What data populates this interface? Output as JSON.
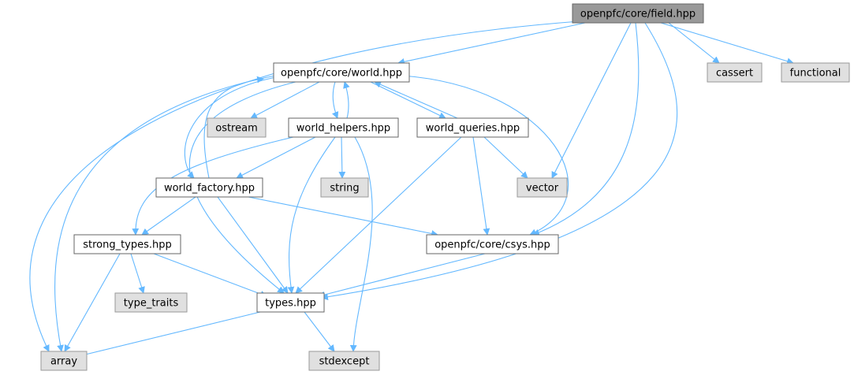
{
  "colors": {
    "edge": "#63b8ff",
    "root_fill": "#999999",
    "root_stroke": "#666666",
    "internal_fill": "#ffffff",
    "internal_stroke": "#666666",
    "external_fill": "#e0e0e0",
    "external_stroke": "#999999"
  },
  "nodes": [
    {
      "id": "field",
      "label": "openpfc/core/field.hpp",
      "kind": "root"
    },
    {
      "id": "world",
      "label": "openpfc/core/world.hpp",
      "kind": "internal"
    },
    {
      "id": "cassert",
      "label": "cassert",
      "kind": "external"
    },
    {
      "id": "functional",
      "label": "functional",
      "kind": "external"
    },
    {
      "id": "ostream",
      "label": "ostream",
      "kind": "external"
    },
    {
      "id": "world_helpers",
      "label": "world_helpers.hpp",
      "kind": "internal"
    },
    {
      "id": "world_queries",
      "label": "world_queries.hpp",
      "kind": "internal"
    },
    {
      "id": "world_factory",
      "label": "world_factory.hpp",
      "kind": "internal"
    },
    {
      "id": "string",
      "label": "string",
      "kind": "external"
    },
    {
      "id": "vector",
      "label": "vector",
      "kind": "external"
    },
    {
      "id": "strong_types",
      "label": "strong_types.hpp",
      "kind": "internal"
    },
    {
      "id": "csys",
      "label": "openpfc/core/csys.hpp",
      "kind": "internal"
    },
    {
      "id": "type_traits",
      "label": "type_traits",
      "kind": "external"
    },
    {
      "id": "types",
      "label": "types.hpp",
      "kind": "internal"
    },
    {
      "id": "array",
      "label": "array",
      "kind": "external"
    },
    {
      "id": "stdexcept",
      "label": "stdexcept",
      "kind": "external"
    }
  ],
  "edges": [
    {
      "from": "field",
      "to": "world"
    },
    {
      "from": "field",
      "to": "cassert"
    },
    {
      "from": "field",
      "to": "functional"
    },
    {
      "from": "field",
      "to": "array"
    },
    {
      "from": "field",
      "to": "vector"
    },
    {
      "from": "field",
      "to": "csys"
    },
    {
      "from": "field",
      "to": "types"
    },
    {
      "from": "world",
      "to": "ostream"
    },
    {
      "from": "world",
      "to": "world_helpers"
    },
    {
      "from": "world",
      "to": "world_queries"
    },
    {
      "from": "world",
      "to": "world_factory"
    },
    {
      "from": "world",
      "to": "csys"
    },
    {
      "from": "world",
      "to": "types"
    },
    {
      "from": "world",
      "to": "array"
    },
    {
      "from": "world_helpers",
      "to": "world"
    },
    {
      "from": "world_helpers",
      "to": "world_factory"
    },
    {
      "from": "world_helpers",
      "to": "string"
    },
    {
      "from": "world_helpers",
      "to": "strong_types"
    },
    {
      "from": "world_helpers",
      "to": "types"
    },
    {
      "from": "world_helpers",
      "to": "stdexcept"
    },
    {
      "from": "world_queries",
      "to": "world"
    },
    {
      "from": "world_queries",
      "to": "vector"
    },
    {
      "from": "world_queries",
      "to": "csys"
    },
    {
      "from": "world_queries",
      "to": "types"
    },
    {
      "from": "world_factory",
      "to": "world"
    },
    {
      "from": "world_factory",
      "to": "strong_types"
    },
    {
      "from": "world_factory",
      "to": "csys"
    },
    {
      "from": "world_factory",
      "to": "types"
    },
    {
      "from": "strong_types",
      "to": "type_traits"
    },
    {
      "from": "strong_types",
      "to": "types"
    },
    {
      "from": "strong_types",
      "to": "array"
    },
    {
      "from": "csys",
      "to": "types"
    },
    {
      "from": "types",
      "to": "array"
    },
    {
      "from": "types",
      "to": "stdexcept"
    }
  ]
}
